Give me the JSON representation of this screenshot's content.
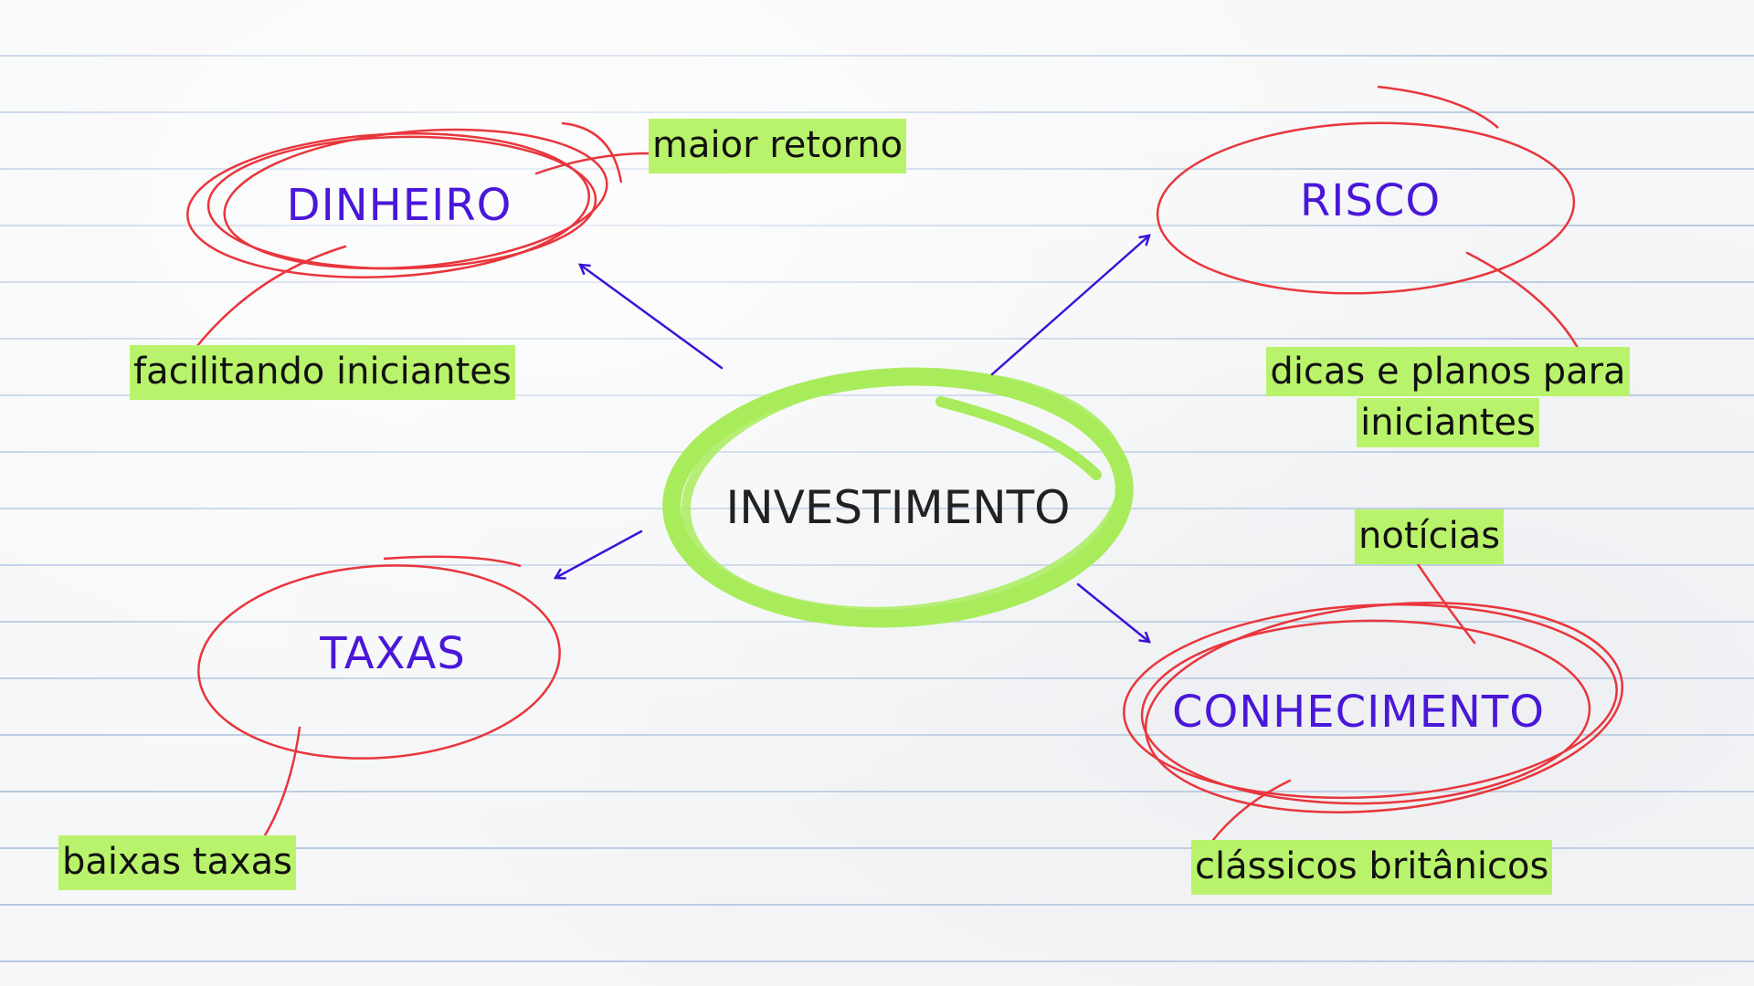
{
  "colors": {
    "center_ring": "#a8ec5c",
    "red_ring": "#e8363c",
    "arrow": "#3d12d6",
    "topic_text": "#4a17d8",
    "center_text": "#222222",
    "note_bg": "#b9f36b",
    "note_text": "#111111"
  },
  "center": {
    "label": "INVESTIMENTO"
  },
  "topics": {
    "dinheiro": "DINHEIRO",
    "risco": "RISCO",
    "taxas": "TAXAS",
    "conhecimento": "CONHECIMENTO"
  },
  "notes": {
    "maior_retorno": "maior retorno",
    "facilitando_iniciantes": "facilitando iniciantes",
    "dicas_line1": "dicas e planos para",
    "dicas_line2": "iniciantes",
    "noticias": "notícias",
    "baixas_taxas": "baixas taxas",
    "classicos_britanicos": "clássicos britânicos"
  }
}
